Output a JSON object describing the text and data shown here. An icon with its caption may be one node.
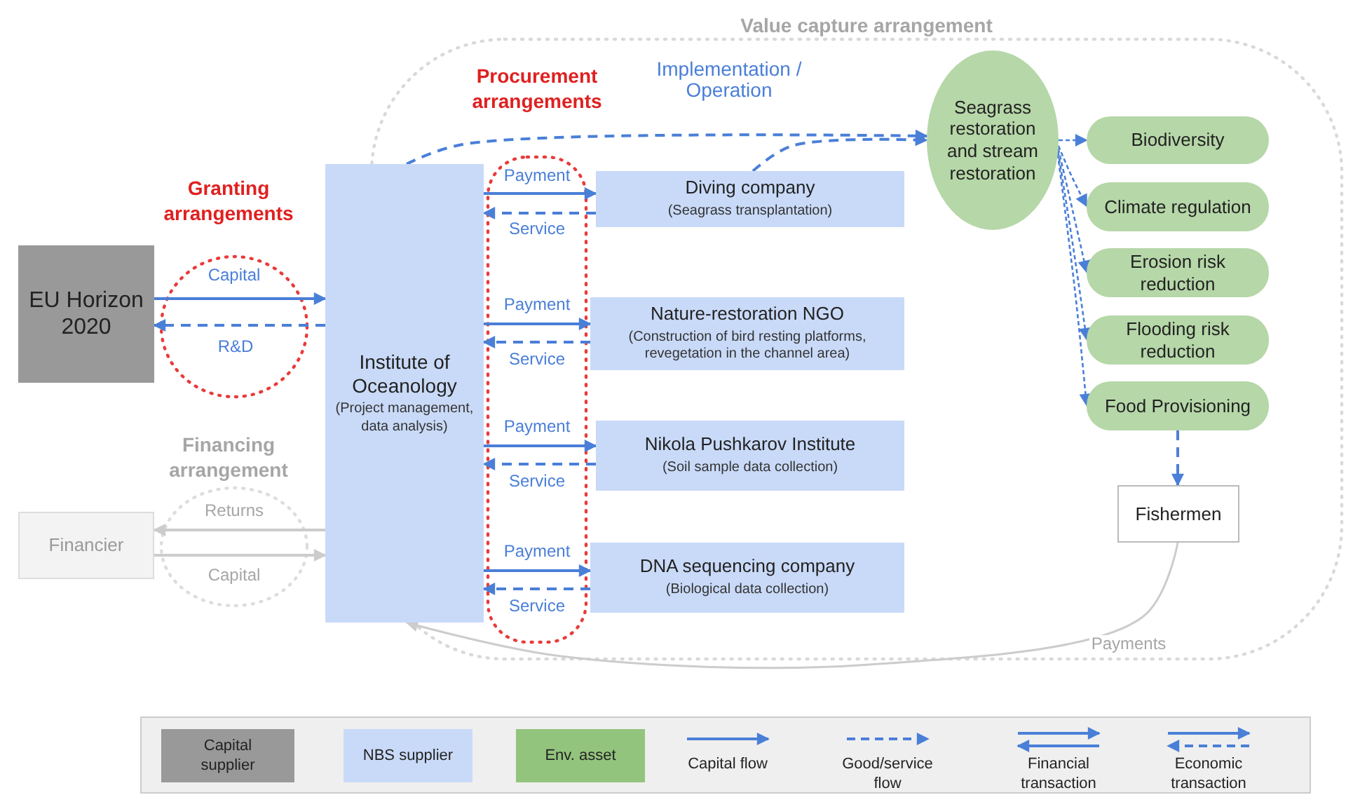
{
  "diagram": {
    "nodes": [
      {
        "text": [
          "EU Horizon 2020"
        ]
      },
      {
        "text": [
          "Institute of Oceanology",
          "(Project management, data analysis)"
        ]
      },
      {
        "text": [
          "Diving company",
          "(Seagrass transplantation)"
        ]
      },
      {
        "text": [
          "Nature-restoration NGO",
          "(Construction of bird resting platforms, revegetation in the channel area)"
        ]
      },
      {
        "text": [
          "Nikola Pushkarov Institute",
          "(Soil sample data collection)"
        ]
      },
      {
        "text": [
          "DNA sequencing company",
          "(Biological data collection)"
        ]
      },
      {
        "text": [
          "Seagrass restoration and stream restoration"
        ]
      },
      {
        "text": [
          "Biodiversity"
        ]
      },
      {
        "text": [
          "Climate regulation"
        ]
      },
      {
        "text": [
          "Erosion risk reduction"
        ]
      },
      {
        "text": [
          "Flooding risk reduction"
        ]
      },
      {
        "text": [
          "Food Provisioning"
        ]
      },
      {
        "text": [
          "Fishermen"
        ]
      },
      {
        "text": [
          "Financier"
        ]
      }
    ],
    "edges": [
      {
        "from": 0,
        "to": 1,
        "arrow": "to",
        "label": "Capital"
      },
      {
        "from": 1,
        "to": 0,
        "arrow": "to",
        "label": "R&D",
        "style": "dashed"
      },
      {
        "from": 1,
        "to": 2,
        "arrow": "to",
        "label": "Payment"
      },
      {
        "from": 2,
        "to": 1,
        "arrow": "to",
        "label": "Service",
        "style": "dashed"
      },
      {
        "from": 1,
        "to": 3,
        "arrow": "to",
        "label": "Payment"
      },
      {
        "from": 3,
        "to": 1,
        "arrow": "to",
        "label": "Service",
        "style": "dashed"
      },
      {
        "from": 1,
        "to": 4,
        "arrow": "to",
        "label": "Payment"
      },
      {
        "from": 4,
        "to": 1,
        "arrow": "to",
        "label": "Service",
        "style": "dashed"
      },
      {
        "from": 1,
        "to": 5,
        "arrow": "to",
        "label": "Payment"
      },
      {
        "from": 5,
        "to": 1,
        "arrow": "to",
        "label": "Service",
        "style": "dashed"
      },
      {
        "from": 1,
        "to": 13,
        "arrow": "to",
        "label": "Returns",
        "color": "#cccccc"
      },
      {
        "from": 13,
        "to": 1,
        "arrow": "to",
        "label": "Capital",
        "color": "#cccccc"
      },
      {
        "from": 1,
        "to": 6,
        "arrow": "to",
        "label": "Implementation / Operation",
        "style": "dashed"
      },
      {
        "from": 2,
        "to": 6,
        "arrow": "to",
        "style": "dashed"
      },
      {
        "from": 6,
        "to": 7,
        "arrow": "to",
        "style": "dashed"
      },
      {
        "from": 6,
        "to": 8,
        "arrow": "to",
        "style": "dashed"
      },
      {
        "from": 6,
        "to": 9,
        "arrow": "to",
        "style": "dashed"
      },
      {
        "from": 6,
        "to": 10,
        "arrow": "to",
        "style": "dashed"
      },
      {
        "from": 6,
        "to": 11,
        "arrow": "to",
        "style": "dashed"
      },
      {
        "from": 11,
        "to": 12,
        "arrow": "to",
        "style": "dashed"
      },
      {
        "from": 12,
        "to": 1,
        "arrow": "to",
        "label": "Payments",
        "color": "#cccccc"
      }
    ],
    "labels": [
      "Value capture arrangement",
      "Procurement arrangements",
      "Granting arrangements",
      "Financing arrangement"
    ],
    "legend": [
      {
        "text": "Capital supplier",
        "color": "#999999"
      },
      {
        "text": "NBS supplier",
        "color": "#c9daf8"
      },
      {
        "text": "Env. asset",
        "color": "#93c47d"
      },
      {
        "text": "Capital flow"
      },
      {
        "text": "Good/service flow"
      },
      {
        "text": "Financial transaction"
      },
      {
        "text": "Economic transaction"
      }
    ]
  }
}
